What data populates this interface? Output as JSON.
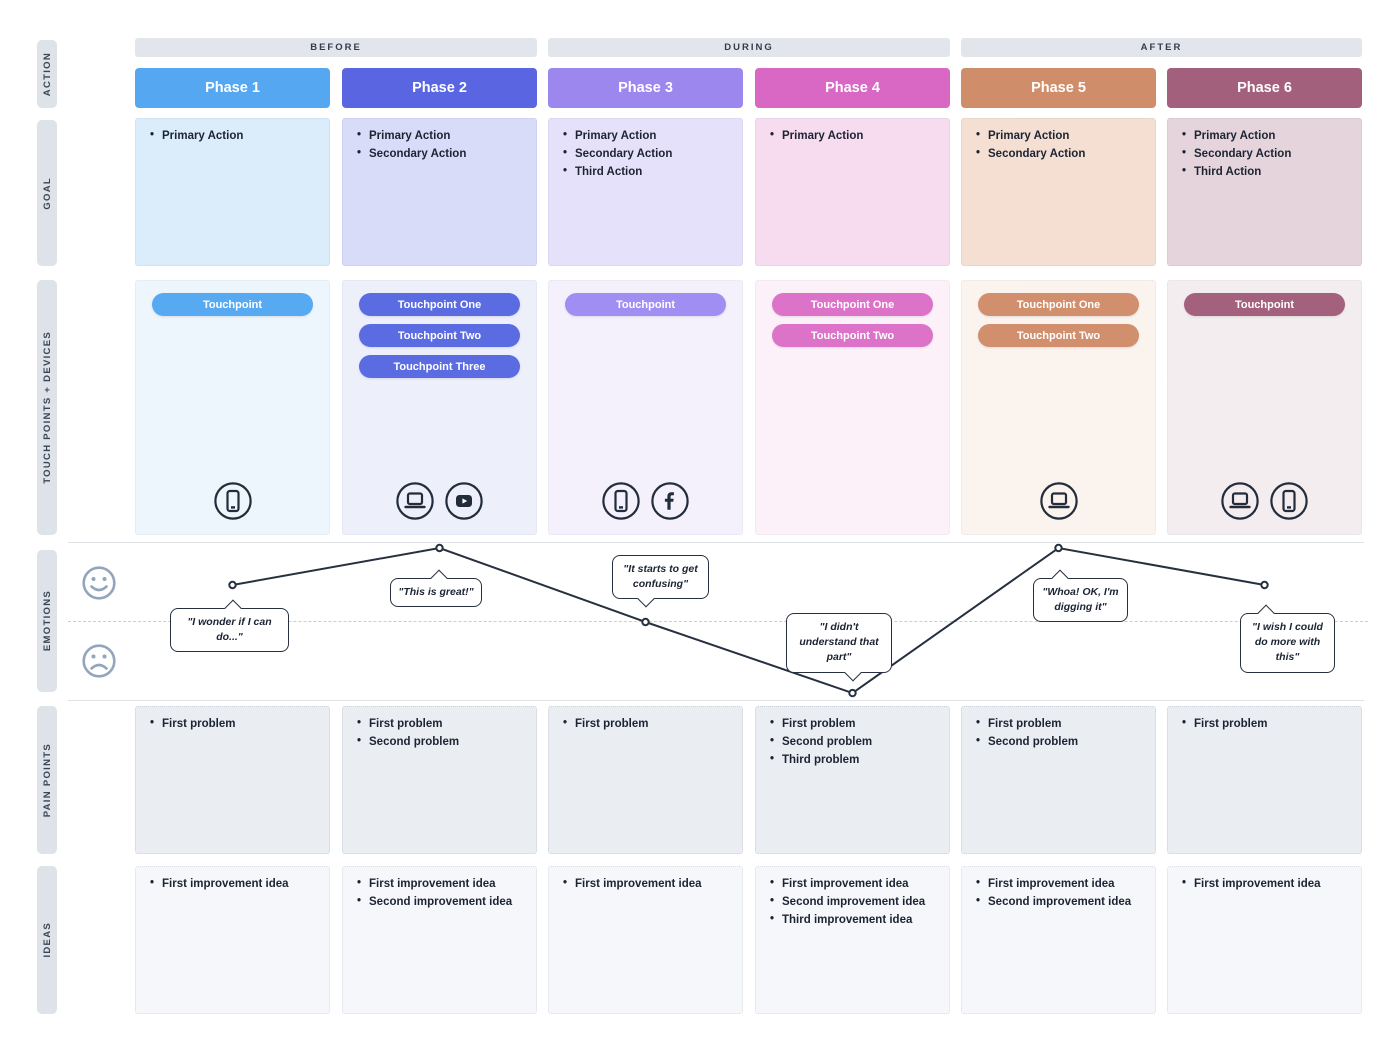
{
  "stage_bands": [
    {
      "label": "BEFORE"
    },
    {
      "label": "DURING"
    },
    {
      "label": "AFTER"
    }
  ],
  "rail": {
    "action": "ACTION",
    "goal": "GOAL",
    "touchpoints": "TOUCH POINTS + DEVICES",
    "emotions": "EMOTIONS",
    "pain_points": "PAIN POINTS",
    "ideas": "IDEAS"
  },
  "colors": {
    "band_bg": "#e2e5ec",
    "rail_bg": "#dee2e9",
    "pain_box_bg": "#eaedf2",
    "idea_box_bg": "#f5f7fa",
    "emotion_line": "#27303f",
    "face_icon": "#93a5bd",
    "device_icon": "#232c3b"
  },
  "phases": [
    {
      "name": "Phase 1",
      "header_color": "#54a7f0",
      "goal_bg": "#dbecfb",
      "touch_bg": "#edf5fd",
      "pill_color": "#57aaf1",
      "goals": [
        "Primary Action"
      ],
      "touchpoints": [
        "Touchpoint"
      ],
      "devices": [
        "smartphone-icon"
      ],
      "pain_points": [
        "First problem"
      ],
      "ideas": [
        "First improvement idea"
      ],
      "quote": "\"I wonder if I can do...\""
    },
    {
      "name": "Phase 2",
      "header_color": "#5a66e1",
      "goal_bg": "#d8dcf8",
      "touch_bg": "#edeffb",
      "pill_color": "#5b6be1",
      "goals": [
        "Primary Action",
        "Secondary Action"
      ],
      "touchpoints": [
        "Touchpoint One",
        "Touchpoint Two",
        "Touchpoint Three"
      ],
      "devices": [
        "laptop-icon",
        "youtube-icon"
      ],
      "pain_points": [
        "First problem",
        "Second problem"
      ],
      "ideas": [
        "First improvement idea",
        "Second improvement idea"
      ],
      "quote": "\"This is great!\""
    },
    {
      "name": "Phase 3",
      "header_color": "#9c87ef",
      "goal_bg": "#e6e1fb",
      "touch_bg": "#f4f1fd",
      "pill_color": "#a18ef2",
      "goals": [
        "Primary Action",
        "Secondary Action",
        "Third Action"
      ],
      "touchpoints": [
        "Touchpoint"
      ],
      "devices": [
        "smartphone-icon",
        "facebook-icon"
      ],
      "pain_points": [
        "First problem"
      ],
      "ideas": [
        "First improvement idea"
      ],
      "quote": "\"It starts to get confusing\""
    },
    {
      "name": "Phase 4",
      "header_color": "#d868c3",
      "goal_bg": "#f7dbee",
      "touch_bg": "#fcf1f8",
      "pill_color": "#dc73c8",
      "goals": [
        "Primary Action"
      ],
      "touchpoints": [
        "Touchpoint One",
        "Touchpoint Two"
      ],
      "devices": [],
      "pain_points": [
        "First problem",
        "Second problem",
        "Third problem"
      ],
      "ideas": [
        "First improvement idea",
        "Second improvement idea",
        "Third improvement idea"
      ],
      "quote": "\"I didn't understand that part\""
    },
    {
      "name": "Phase 5",
      "header_color": "#cf8d69",
      "goal_bg": "#f5dfd3",
      "touch_bg": "#fbf3ee",
      "pill_color": "#d28f6d",
      "goals": [
        "Primary Action",
        "Secondary Action"
      ],
      "touchpoints": [
        "Touchpoint One",
        "Touchpoint Two"
      ],
      "devices": [
        "laptop-icon"
      ],
      "pain_points": [
        "First problem",
        "Second problem"
      ],
      "ideas": [
        "First improvement idea",
        "Second improvement idea"
      ],
      "quote": "\"Whoa! OK, I'm digging it\""
    },
    {
      "name": "Phase 6",
      "header_color": "#a3607c",
      "goal_bg": "#e5d4dc",
      "touch_bg": "#f4edf0",
      "pill_color": "#a4617d",
      "goals": [
        "Primary Action",
        "Secondary Action",
        "Third Action"
      ],
      "touchpoints": [
        "Touchpoint"
      ],
      "devices": [
        "laptop-icon",
        "smartphone-icon"
      ],
      "pain_points": [
        "First problem"
      ],
      "ideas": [
        "First improvement idea"
      ],
      "quote": "\"I wish I could do more with this\""
    }
  ],
  "emotions": {
    "levels": [
      0.5,
      1,
      0,
      -0.96,
      1,
      0.5
    ],
    "scale_note": "1 = happy face line, 0 = neutral dashed line, -1 = sad"
  },
  "chart_data": {
    "type": "line",
    "title": "Customer emotion curve across journey phases",
    "categories": [
      "Phase 1",
      "Phase 2",
      "Phase 3",
      "Phase 4",
      "Phase 5",
      "Phase 6"
    ],
    "values": [
      0.5,
      1,
      0,
      -0.96,
      1,
      0.5
    ],
    "ylim": [
      -1,
      1
    ],
    "xlabel": "",
    "ylabel": "Emotion (happy to sad)",
    "annotations": [
      "\"I wonder if I can do...\"",
      "\"This is great!\"",
      "\"It starts to get confusing\"",
      "\"I didn't understand that part\"",
      "\"Whoa! OK, I'm digging it\"",
      "\"I wish I could do more with this\""
    ],
    "grid": false,
    "legend_position": "none"
  }
}
